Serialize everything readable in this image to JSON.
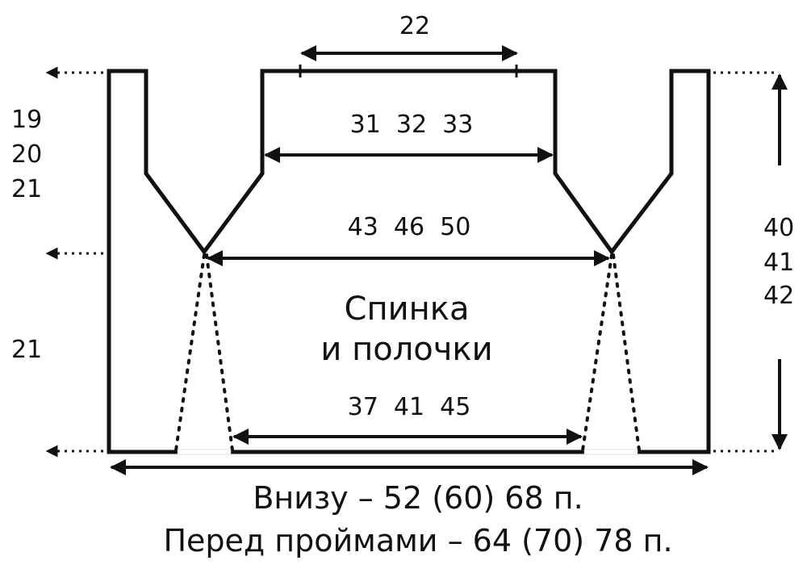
{
  "diagram": {
    "shoulder_width": "22",
    "neck_width": "31  32  33",
    "chest_width": "43  46  50",
    "waist_width": "37  41  45",
    "title_line1": "Спинка",
    "title_line2": "и полочки",
    "left_upper_1": "19",
    "left_upper_2": "20",
    "left_upper_3": "21",
    "left_lower": "21",
    "right_1": "40",
    "right_2": "41",
    "right_3": "42",
    "bottom_line1": "Внизу – 52 (60) 68 п.",
    "bottom_line2": "Перед проймами – 64 (70) 78 п.",
    "line_color": "#111111"
  }
}
